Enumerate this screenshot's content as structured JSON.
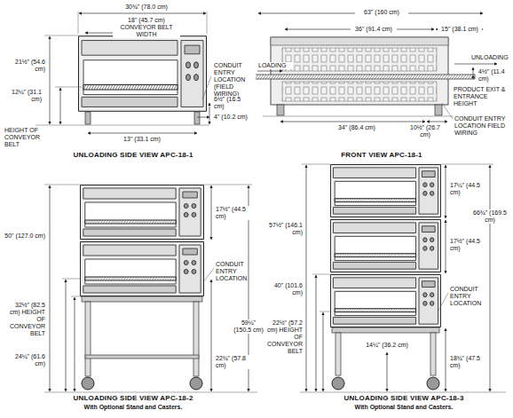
{
  "diagram": {
    "labels": [
      "30¾\" (78.0 cm)",
      "18\" (45.7 cm) CONVEYOR BELT WIDTH",
      "21½\" (54.6 cm)",
      "12¼\" (31.1 cm)",
      "CONDUIT ENTRY LOCATION (FIELD WIRING)",
      "6½\" (16.5 cm)",
      "4\" (10.2 cm)",
      "13\" (33.1 cm)",
      "HEIGHT OF CONVEYOR BELT",
      "UNLOADING SIDE VIEW APC-18-1",
      "63\" (160 cm)",
      "36\" (91.4 cm)",
      "15\" (38.1 cm)",
      "LOADING",
      "UNLOADING",
      "4½\" (11.4 cm)",
      "PRODUCT EXIT & ENTRANCE HEIGHT",
      "34\" (86.4 cm)",
      "10½\" (26.7 cm)",
      "CONDUIT ENTRY LOCATION FIELD WIRING",
      "FRONT VIEW APC-18-1",
      "50\" (127.0 cm)",
      "17½\" (44.5 cm)",
      "59¼\" (150.5 cm)",
      "CONDUIT ENTRY LOCATION",
      "32½\" (82.5 cm) HEIGHT OF CONVEYOR BELT",
      "24¼\" (61.6 cm)",
      "22¾\" (57.8 cm)",
      "UNLOADING SIDE VIEW APC-18-2",
      "With Optional Stand and Casters.",
      "57½\" (146.1 cm)",
      "17¼\" (44.5 cm)",
      "17½\" (44.5 cm)",
      "40\" (101.6 cm)",
      "22½\" (57.2 cm) HEIGHT OF CONVEYOR BELT",
      "CONDUIT ENTRY LOCATION",
      "66¾\" (169.5 cm)",
      "14¼\" (36.2 cm)",
      "18¾\" (47.5 cm)",
      "UNLOADING SIDE VIEW APC-18-3",
      "With Optional Stand and Casters."
    ]
  }
}
